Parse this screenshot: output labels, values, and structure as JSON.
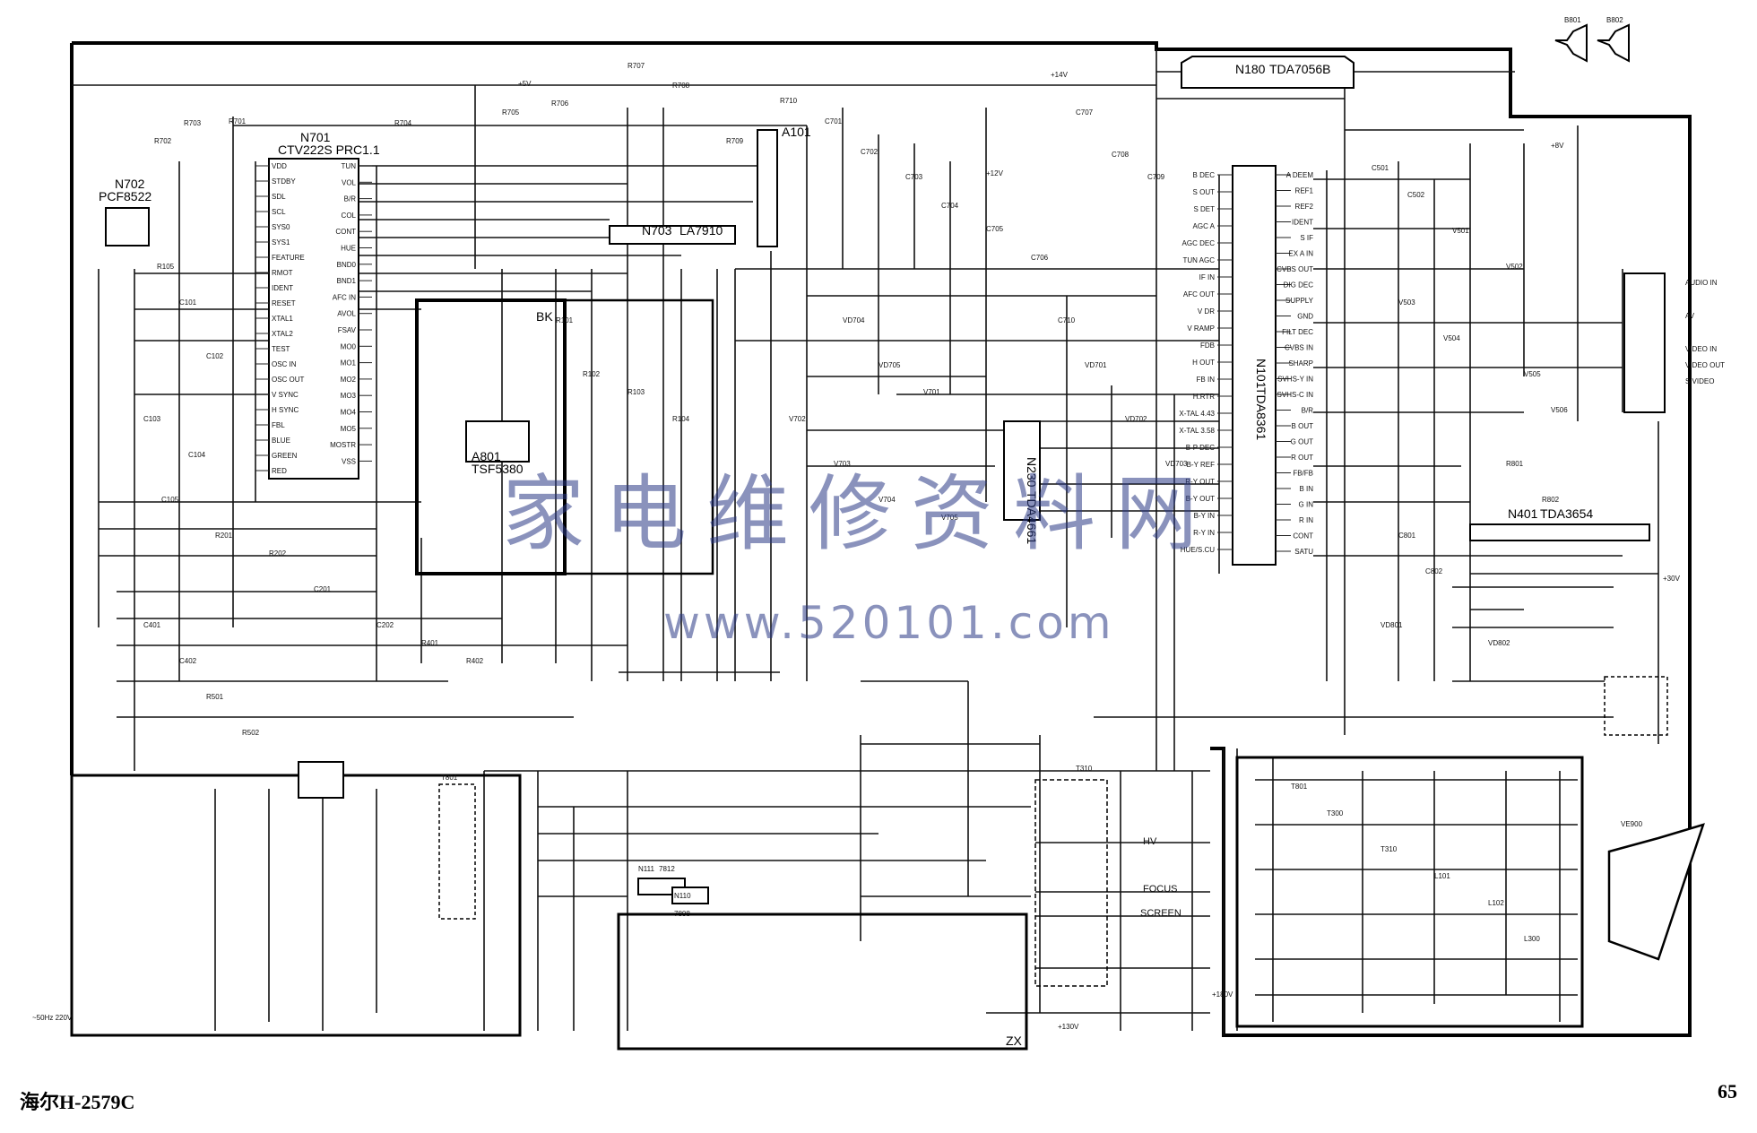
{
  "page": {
    "model_label": "海尔H-2579C",
    "page_number": "65"
  },
  "watermark": {
    "chinese": "家电维修资料网",
    "url": "www.520101.com"
  },
  "ics": {
    "n701": {
      "ref": "N701",
      "part": "CTV222S PRC1.1"
    },
    "n702": {
      "ref": "N702",
      "part": "PCF8522"
    },
    "n703": {
      "ref": "N703",
      "part": "LA7910"
    },
    "n180": {
      "ref": "N180",
      "part": "TDA7056B"
    },
    "n101": {
      "ref": "N101",
      "part": "TDA8361"
    },
    "n401": {
      "ref": "N401",
      "part": "TDA3654"
    },
    "n230": {
      "ref": "N230",
      "part": "TDA4661"
    },
    "a801": {
      "ref": "A801",
      "part": "TSF5380"
    },
    "a101": {
      "ref": "A101"
    },
    "bk": {
      "label": "BK"
    },
    "zx": {
      "label": "ZX"
    },
    "n111": {
      "ref": "N111",
      "part": "7812"
    },
    "n110": {
      "ref": "N110",
      "part": "7808"
    }
  },
  "n701_pins": [
    "VDD",
    "STDBY",
    "SDL",
    "SCL",
    "SYS0",
    "SYS1",
    "FEATURE",
    "RMOT",
    "IDENT",
    "RESET",
    "XTAL1",
    "XTAL2",
    "TEST",
    "OSC IN",
    "OSC OUT",
    "V SYNC",
    "H SYNC",
    "FBL",
    "BLUE",
    "GREEN",
    "RED",
    "TUN",
    "VOL",
    "B/R",
    "COL",
    "CONT",
    "HUE",
    "BND0",
    "BND1",
    "AFC IN",
    "AVOL",
    "FSAV",
    "MO0",
    "MO1",
    "MO2",
    "MO3",
    "MO4",
    "MO5",
    "MOSTR",
    "VSS"
  ],
  "n101_left_pins": [
    "B DEC",
    "S OUT",
    "S DET",
    "AGC A",
    "AGC DEC",
    "TUN AGC",
    "IF IN",
    "AFC OUT",
    "V DR",
    "V RAMP",
    "FDB",
    "H OUT",
    "FB IN",
    "H.RTR",
    "X-TAL 4.43",
    "X-TAL 3.58",
    "B-P DEC",
    "B-Y REF",
    "R-Y OUT",
    "B-Y OUT",
    "B-Y IN",
    "R-Y IN",
    "HUE/S.CU"
  ],
  "n101_right_pins": [
    "A DEEM",
    "REF1",
    "REF2",
    "IDENT",
    "S IF",
    "EX A IN",
    "CVBS OUT",
    "DIG DEC",
    "SUPPLY",
    "GND",
    "FILT DEC",
    "CVBS IN",
    "SHARP",
    "SVHS-Y IN",
    "SVHS-C IN",
    "B/R",
    "B OUT",
    "G OUT",
    "R OUT",
    "FB/FB",
    "B IN",
    "G IN",
    "R IN",
    "CONT",
    "SATU"
  ],
  "connectors": {
    "audio_in": "AUDIO IN",
    "av": "AV",
    "video_in": "VIDEO IN",
    "video_out": "VIDEO OUT",
    "s_video": "S VIDEO",
    "speaker1": "B801",
    "speaker2": "B802",
    "hv": "HV",
    "focus": "FOCUS",
    "screen": "SCREEN",
    "crt": "VE900"
  },
  "voltages": {
    "v5": "+5V",
    "v12": "+12V",
    "v14": "+14V",
    "v8": "+8V",
    "v30": "+30V",
    "v180": "+180V",
    "v130": "+130V",
    "mains": "~50Hz 220V"
  },
  "components": [
    "R701",
    "R702",
    "R703",
    "R704",
    "R705",
    "R706",
    "R707",
    "R708",
    "R709",
    "R710",
    "C701",
    "C702",
    "C703",
    "C704",
    "C705",
    "C706",
    "C707",
    "C708",
    "C709",
    "C710",
    "VD701",
    "VD702",
    "VD703",
    "VD704",
    "VD705",
    "V701",
    "V702",
    "V703",
    "V704",
    "V705",
    "R101",
    "R102",
    "R103",
    "R104",
    "R105",
    "C101",
    "C102",
    "C103",
    "C104",
    "C105",
    "R201",
    "R202",
    "C201",
    "C202",
    "R401",
    "R402",
    "C401",
    "C402",
    "R501",
    "R502",
    "C501",
    "C502",
    "V501",
    "V502",
    "V503",
    "V504",
    "V505",
    "V506",
    "R801",
    "R802",
    "C801",
    "C802",
    "VD801",
    "VD802",
    "T801",
    "T300",
    "T310",
    "L101",
    "L102",
    "L300"
  ]
}
